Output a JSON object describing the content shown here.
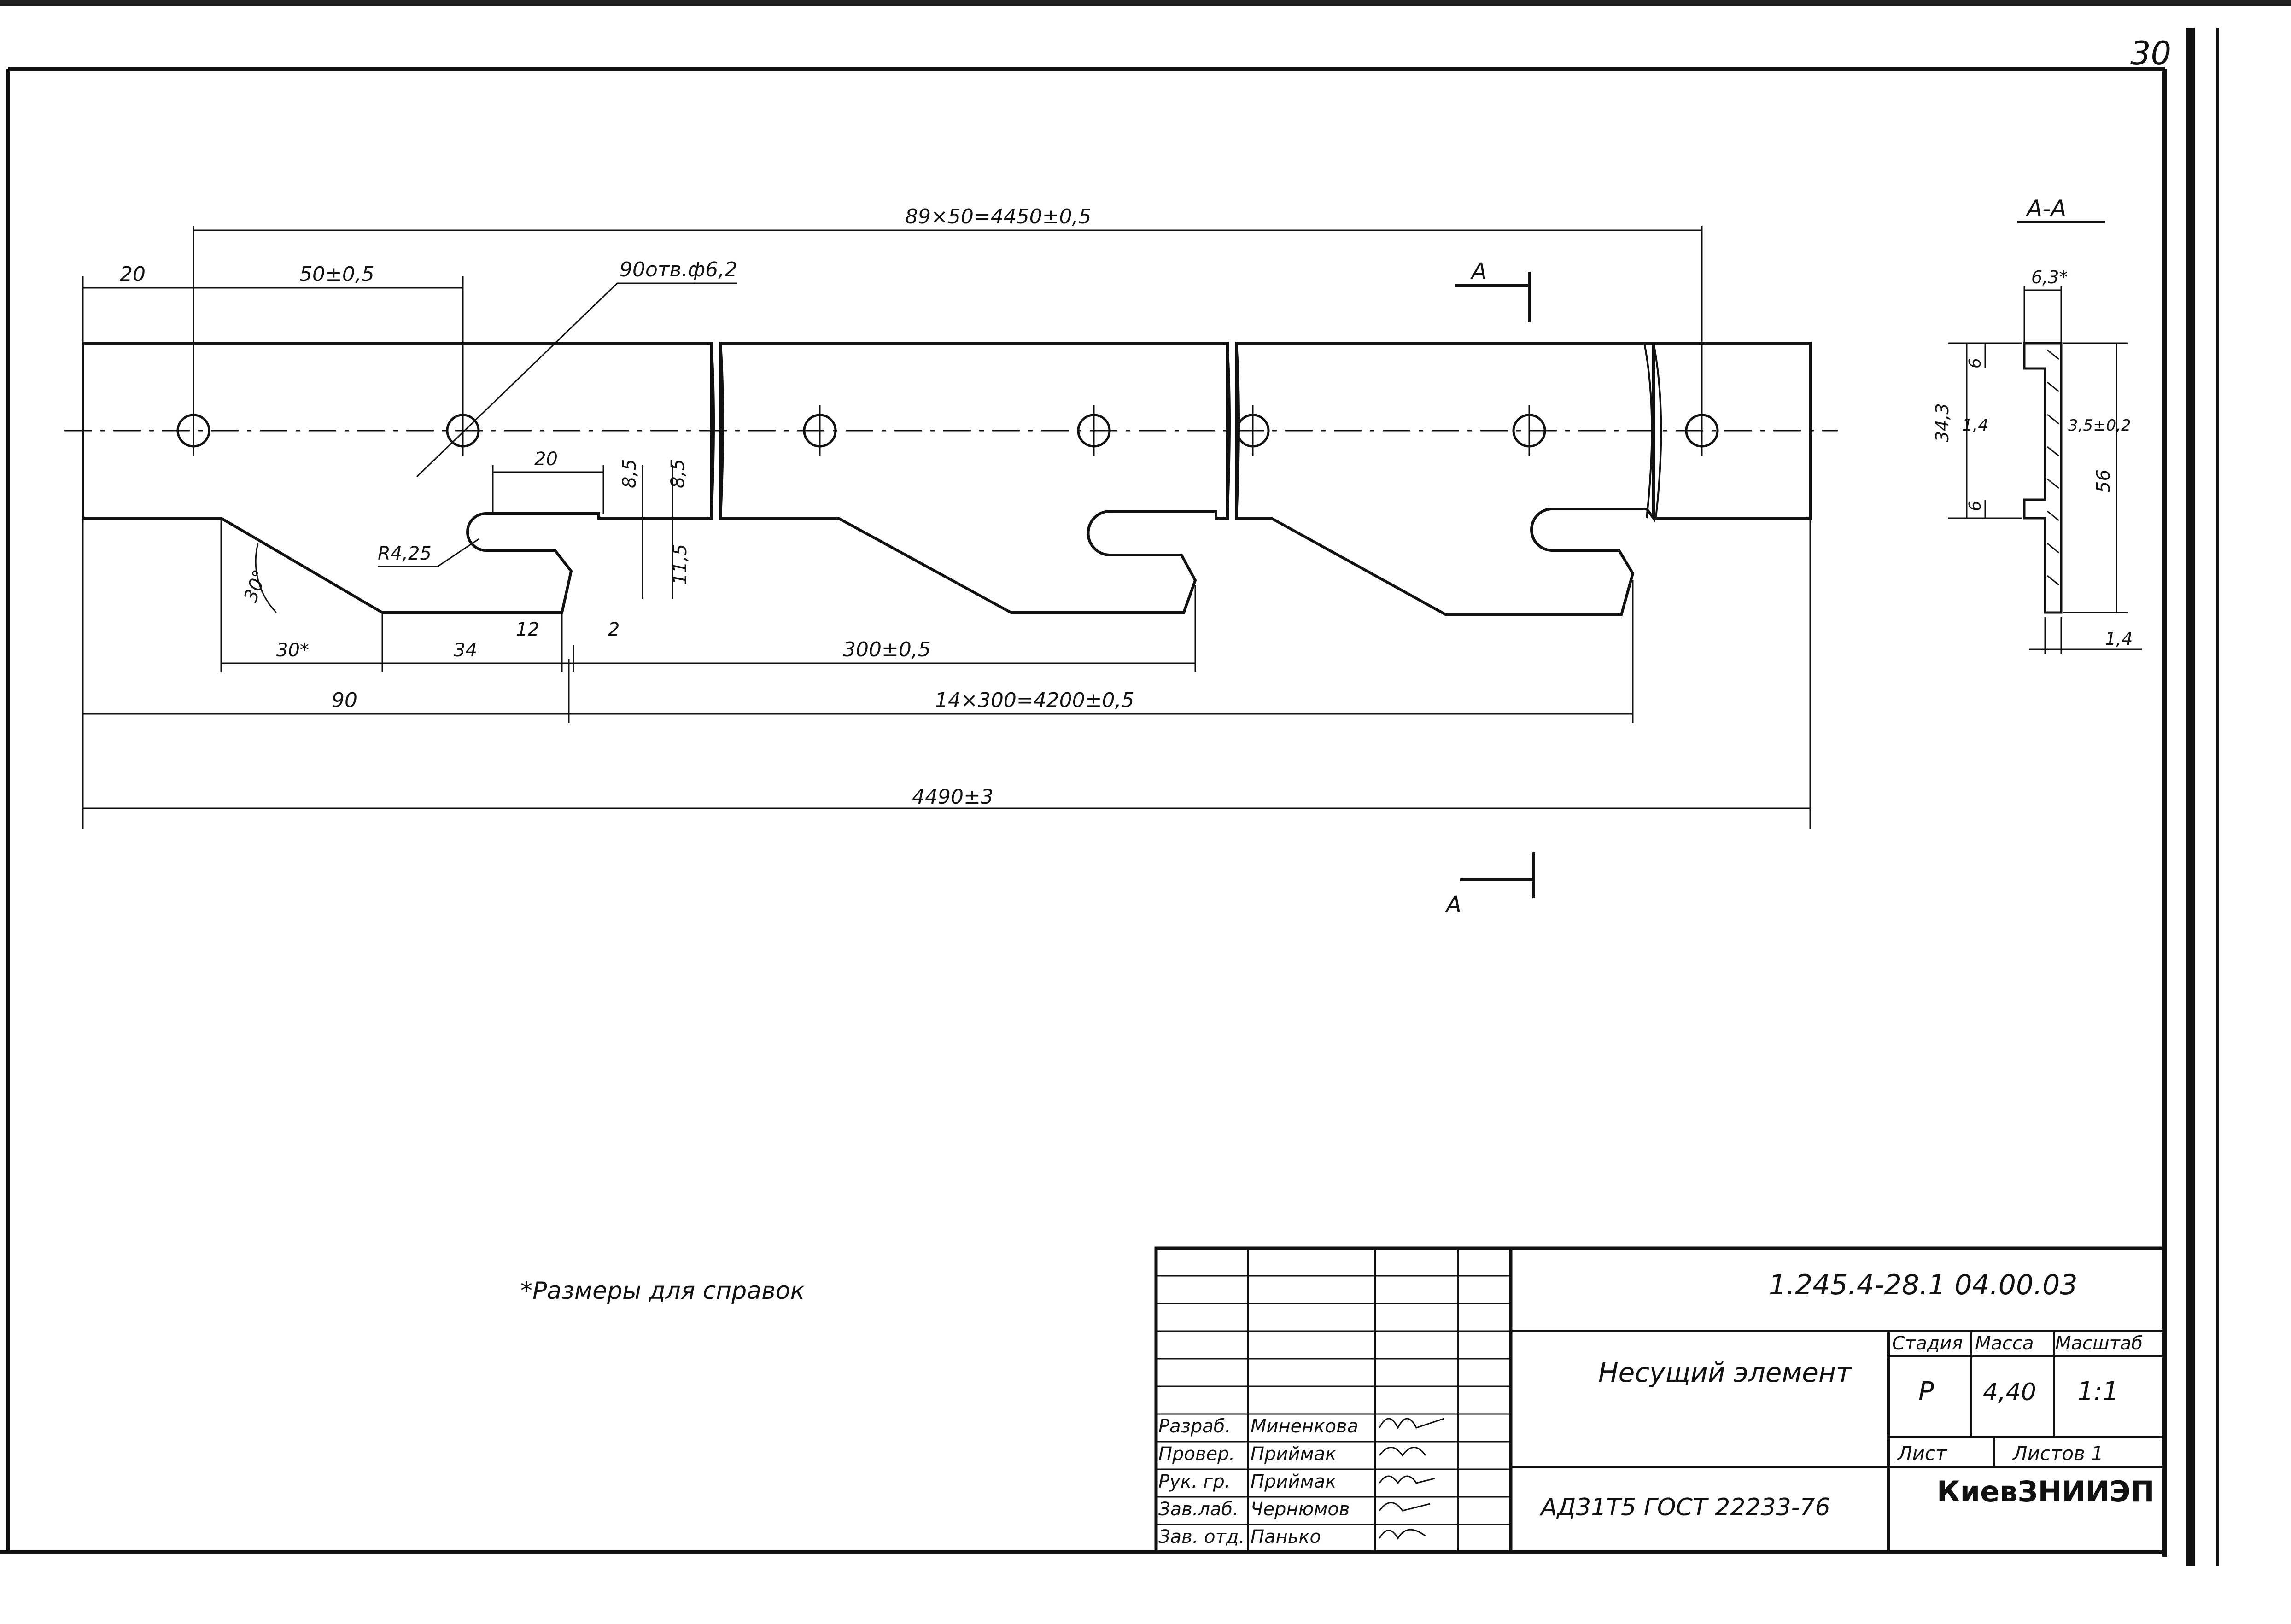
{
  "page_number": "30",
  "dimensions": {
    "pitch_total": "89×50=4450±0,5",
    "left_offset": "20",
    "hole_pitch": "50±0,5",
    "hole_callout": "90отв.ф6,2",
    "slot_width": "20",
    "slot_step_a": "8,5",
    "slot_step_b": "8,5",
    "slot_depth": "11,5",
    "slot_radius": "R4,25",
    "angle": "30°",
    "bevel_ref": "30*",
    "dim_34": "34",
    "dim_12": "12",
    "dim_2": "2",
    "notch_pitch": "300±0,5",
    "first_notch": "90",
    "notch_total": "14×300=4200±0,5",
    "overall_length": "4490±3"
  },
  "section": {
    "cut_label": "А",
    "title": "А-А",
    "thickness_top": "6,3*",
    "dim_6_top": "6",
    "dim_34_3": "34,3",
    "dim_1_4_mid": "1,4",
    "dim_3_5": "3,5±0,2",
    "dim_6_bottom": "6",
    "height": "56",
    "thickness_bottom": "1,4"
  },
  "note": "*Размеры для справок",
  "title_block": {
    "doc_number": "1.245.4-28.1 04.00.03",
    "part_name": "Несущий элемент",
    "material": "АД31Т5 ГОСТ 22233-76",
    "stage_header": "Стадия",
    "mass_header": "Масса",
    "scale_header": "Масштаб",
    "stage": "Р",
    "mass": "4,40",
    "scale": "1:1",
    "sheet_label": "Лист",
    "sheets_label": "Листов 1",
    "organization": "КиевЗНИИЭП",
    "signers": [
      {
        "role": "Разраб.",
        "name": "Миненкова"
      },
      {
        "role": "Провер.",
        "name": "Приймак"
      },
      {
        "role": "Рук. гр.",
        "name": "Приймак"
      },
      {
        "role": "Зав.лаб.",
        "name": "Чернюмов"
      },
      {
        "role": "Зав. отд.",
        "name": "Панько"
      }
    ]
  }
}
